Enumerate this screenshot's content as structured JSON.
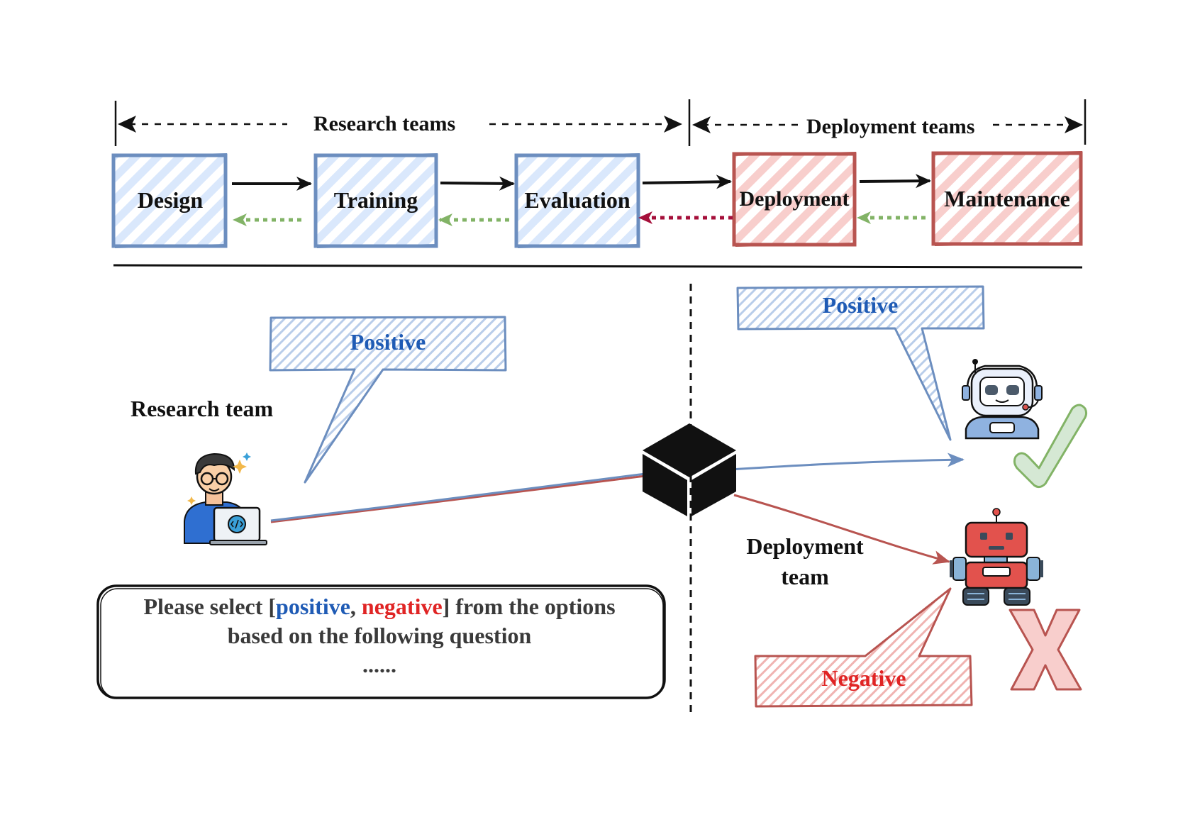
{
  "timeline": {
    "research_label": "Research teams",
    "deployment_label": "Deployment teams"
  },
  "stages": [
    {
      "label": "Design",
      "team": "research"
    },
    {
      "label": "Training",
      "team": "research"
    },
    {
      "label": "Evaluation",
      "team": "research"
    },
    {
      "label": "Deployment",
      "team": "deployment"
    },
    {
      "label": "Maintenance",
      "team": "deployment"
    }
  ],
  "left_panel": {
    "team_label": "Research team",
    "bubble": "Positive"
  },
  "right_panel": {
    "team_label_line1": "Deployment",
    "team_label_line2": "team",
    "bubble_top": "Positive",
    "bubble_bottom": "Negative"
  },
  "prompt": {
    "before": "Please select [",
    "positive": "positive",
    "separator": ", ",
    "negative": "negative",
    "after": "] from the options",
    "line2": "based on the following question",
    "line3": "......"
  },
  "colors": {
    "blue": "#6c8ebf",
    "blue_fill": "#dae8fc",
    "blue_text": "#1f5bb5",
    "red": "#b85450",
    "red_fill": "#f8cecc",
    "red_text": "#e02424",
    "green": "#82b366",
    "green_fill": "#d5e8d4",
    "dark_red": "#a50f3a"
  },
  "icons": [
    "developer-icon",
    "black-box-icon",
    "robot-positive-icon",
    "robot-negative-icon",
    "checkmark-icon",
    "cross-icon"
  ]
}
